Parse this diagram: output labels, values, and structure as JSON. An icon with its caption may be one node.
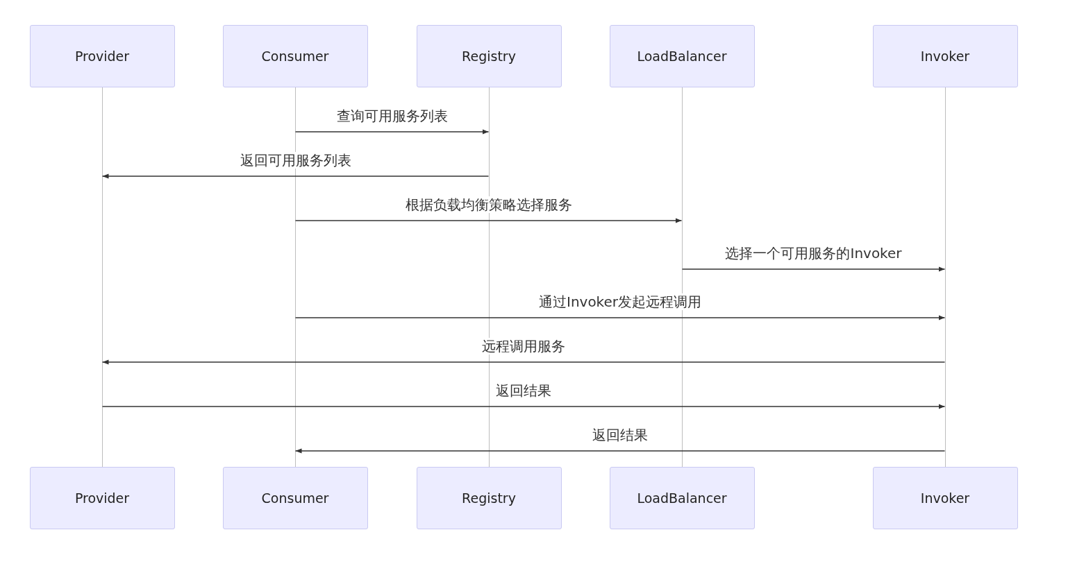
{
  "diagram": {
    "nodes": [
      {
        "text": [
          "Provider"
        ]
      },
      {
        "text": [
          "Consumer"
        ]
      },
      {
        "text": [
          "Registry"
        ]
      },
      {
        "text": [
          "LoadBalancer"
        ]
      },
      {
        "text": [
          "Invoker"
        ]
      },
      {
        "text": [],
        "shape": "bar"
      },
      {
        "text": [],
        "shape": "bar"
      },
      {
        "text": [],
        "shape": "bar"
      },
      {
        "text": [],
        "shape": "bar"
      },
      {
        "text": [],
        "shape": "bar"
      },
      {
        "text": [
          "Provider"
        ]
      },
      {
        "text": [
          "Consumer"
        ]
      },
      {
        "text": [
          "Registry"
        ]
      },
      {
        "text": [
          "LoadBalancer"
        ]
      },
      {
        "text": [
          "Invoker"
        ]
      }
    ],
    "edges": [
      {
        "from": 6,
        "to": 7,
        "arrow": "to",
        "label": "查询可用服务列表"
      },
      {
        "from": 7,
        "to": 5,
        "arrow": "to",
        "label": "返回可用服务列表"
      },
      {
        "from": 6,
        "to": 8,
        "arrow": "to",
        "label": "根据负载均衡策略选择服务"
      },
      {
        "from": 8,
        "to": 9,
        "arrow": "to",
        "label": "选择一个可用服务的Invoker"
      },
      {
        "from": 6,
        "to": 9,
        "arrow": "to",
        "label": "通过Invoker发起远程调用"
      },
      {
        "from": 9,
        "to": 5,
        "arrow": "to",
        "label": "远程调用服务"
      },
      {
        "from": 5,
        "to": 9,
        "arrow": "to",
        "label": "返回结果"
      },
      {
        "from": 9,
        "to": 6,
        "arrow": "to",
        "label": "返回结果"
      }
    ]
  }
}
